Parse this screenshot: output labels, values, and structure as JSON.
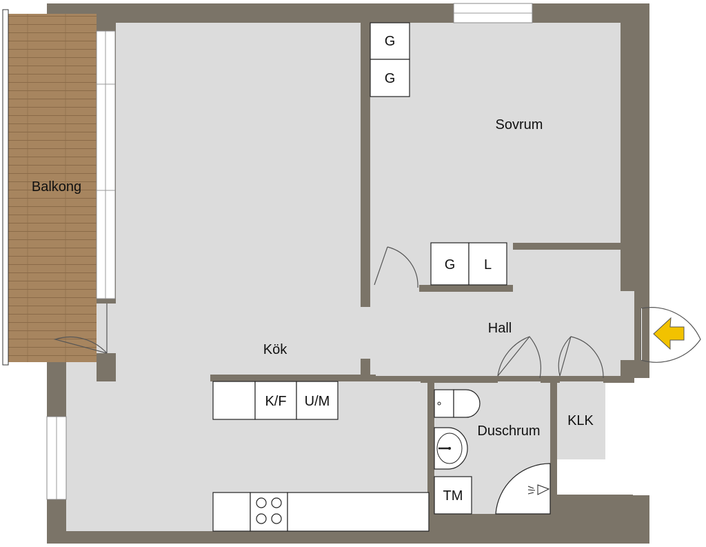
{
  "rooms": {
    "balkong": "Balkong",
    "sovrum": "Sovrum",
    "kok": "Kök",
    "hall": "Hall",
    "duschrum": "Duschrum",
    "klk": "KLK"
  },
  "fixtures": {
    "g1": "G",
    "g2": "G",
    "g3": "G",
    "l": "L",
    "kf": "K/F",
    "um": "U/M",
    "tm": "TM"
  },
  "colors": {
    "wall": "#7b7468",
    "floor": "#dcdcdc",
    "balcony": "#a7855f",
    "entry_arrow": "#f2c200"
  },
  "icons": {
    "entry": "entry-arrow-icon",
    "stove": "stove-icon",
    "sink": "sink-icon",
    "toilet": "toilet-icon",
    "shower": "shower-icon"
  }
}
